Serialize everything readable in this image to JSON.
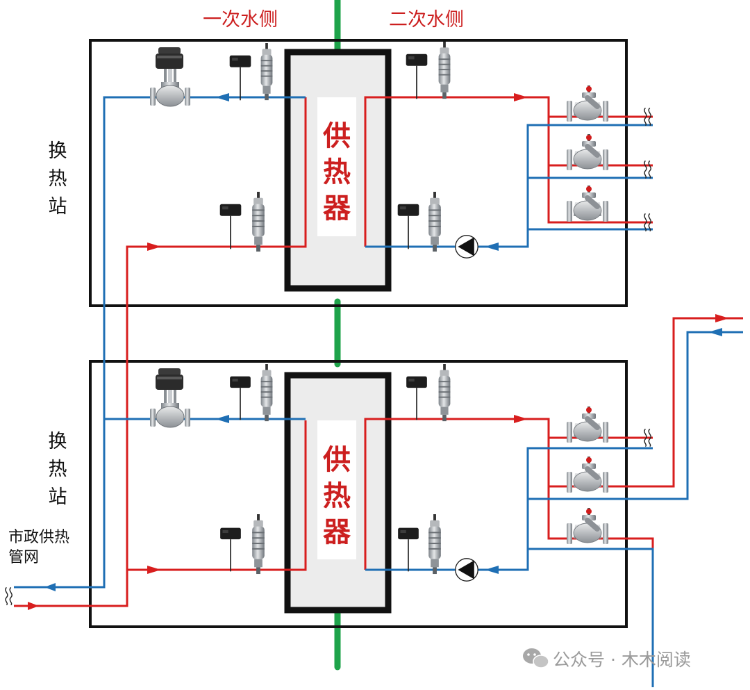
{
  "labels": {
    "primary_side": "一次水侧",
    "secondary_side": "二次水侧",
    "station_top": "换热站",
    "station_bottom": "换热站",
    "exchanger_top": "供热器",
    "exchanger_bottom": "供热器",
    "city_network": "市政供热管网"
  },
  "watermark": {
    "text": "公众号 · 木木阅读"
  },
  "colors": {
    "supply": "#d81e1e",
    "return": "#1f6fb4",
    "divider": "#1ea34a",
    "frame": "#111111",
    "exchanger_fill": "#ededed"
  },
  "icons": [
    "control-valve-icon",
    "temperature-sensor-icon",
    "pressure-transmitter-icon",
    "circulation-pump-icon",
    "balancing-valve-icon",
    "pipe-break-icon",
    "wechat-icon"
  ]
}
